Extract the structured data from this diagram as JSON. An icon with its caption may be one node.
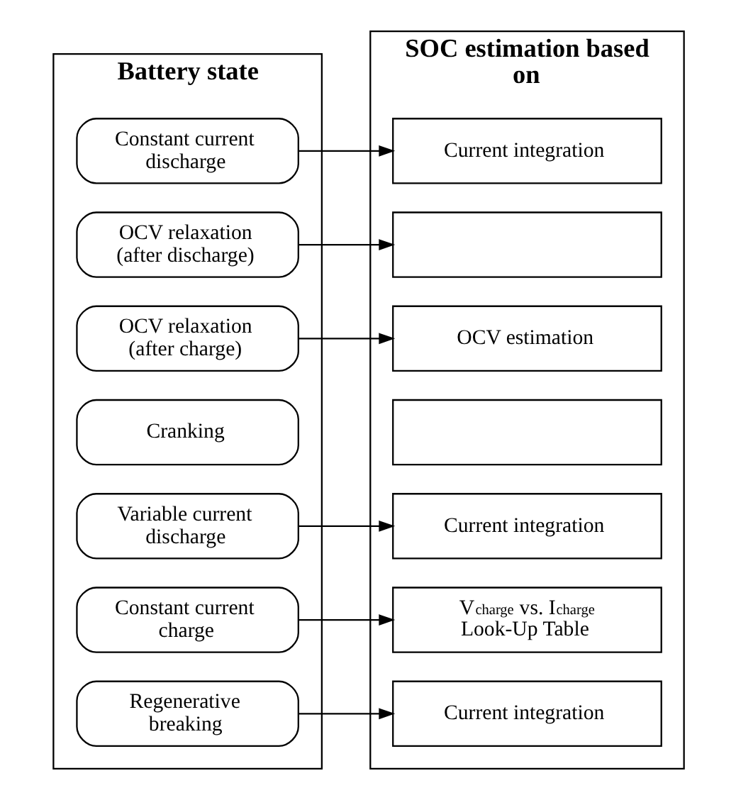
{
  "diagram": {
    "nodes": [
      {
        "text": [
          "Battery state"
        ]
      },
      {
        "text": [
          "Constant current discharge"
        ],
        "in": 0
      },
      {
        "text": [
          "OCV relaxation (after discharge)"
        ],
        "in": 0
      },
      {
        "text": [
          "OCV relaxation (after charge)"
        ],
        "in": 0
      },
      {
        "text": [
          "Cranking"
        ],
        "in": 0
      },
      {
        "text": [
          "Variable current discharge"
        ],
        "in": 0
      },
      {
        "text": [
          "Constant current charge"
        ],
        "in": 0
      },
      {
        "text": [
          "Regenerative breaking"
        ],
        "in": 0
      },
      {
        "text": [
          "SOC estimation based on"
        ]
      },
      {
        "text": [
          "Current integration"
        ],
        "in": 8
      },
      {
        "text": [],
        "shape": "box",
        "in": 8
      },
      {
        "text": [
          "OCV estimation"
        ],
        "in": 8
      },
      {
        "text": [],
        "shape": "box",
        "in": 8
      },
      {
        "text": [
          "Current integration"
        ],
        "in": 8
      },
      {
        "text": [
          "V$_{charge}$ vs. I$_{charge}$ Look-Up Table"
        ],
        "in": 8
      },
      {
        "text": [
          "Current integration"
        ],
        "in": 8
      }
    ],
    "edges": [
      {
        "from": 1,
        "to": 9,
        "arrow": "to"
      },
      {
        "from": 2,
        "to": 10,
        "arrow": "to"
      },
      {
        "from": 3,
        "to": 11,
        "arrow": "to"
      },
      {
        "from": 5,
        "to": 13,
        "arrow": "to"
      },
      {
        "from": 6,
        "to": 14,
        "arrow": "to"
      },
      {
        "from": 7,
        "to": 15,
        "arrow": "to"
      }
    ]
  }
}
